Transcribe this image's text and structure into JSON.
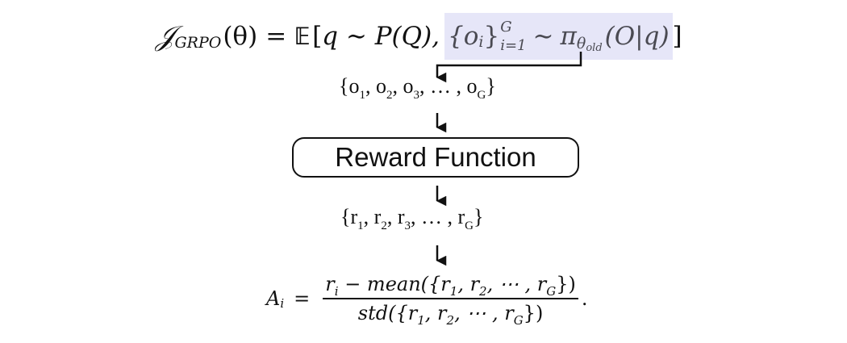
{
  "objective": {
    "J": "𝒥",
    "J_sub": "GRPO",
    "arg": "(θ)",
    "equals": "=",
    "expectation": "𝔼",
    "open_bracket": "[",
    "q_sample": "q ∼ P(Q),",
    "set_o": "{o",
    "set_sub_i": "i",
    "set_close": "}",
    "set_sup": "G",
    "set_sub_range": "i=1",
    "tilde": "∼",
    "pi": "π",
    "pi_sub_theta": "θ",
    "pi_sub_old": "old",
    "pi_arg": "(O|q)",
    "close_bracket": "]"
  },
  "outputs_set": {
    "open": "{o",
    "s1": "1",
    "sep1": ", o",
    "s2": "2",
    "sep2": ", o",
    "s3": "3",
    "middle": ", … , o",
    "sG": "G",
    "close": "}"
  },
  "reward_function": {
    "label": "Reward Function"
  },
  "rewards_set": {
    "open": "{r",
    "s1": "1",
    "sep1": ", r",
    "s2": "2",
    "sep2": ", r",
    "s3": "3",
    "middle": ", … , r",
    "sG": "G",
    "close": "}"
  },
  "advantage": {
    "A": "A",
    "A_sub": "i",
    "equals": "=",
    "num_r": "r",
    "num_r_sub": "i",
    "num_rest_1": " − mean({r",
    "n1": "1",
    "num_rest_2": ", r",
    "n2": "2",
    "num_rest_3": ", ⋯ , r",
    "nG": "G",
    "num_rest_4": "})",
    "den_1": "std({r",
    "d1": "1",
    "den_2": ", r",
    "d2": "2",
    "den_3": ", ⋯ , r",
    "dG": "G",
    "den_4": "})",
    "period": "."
  },
  "colors": {
    "highlight": "#e6e6f8",
    "ink": "#111111",
    "muted_ink": "#4a4a52"
  }
}
